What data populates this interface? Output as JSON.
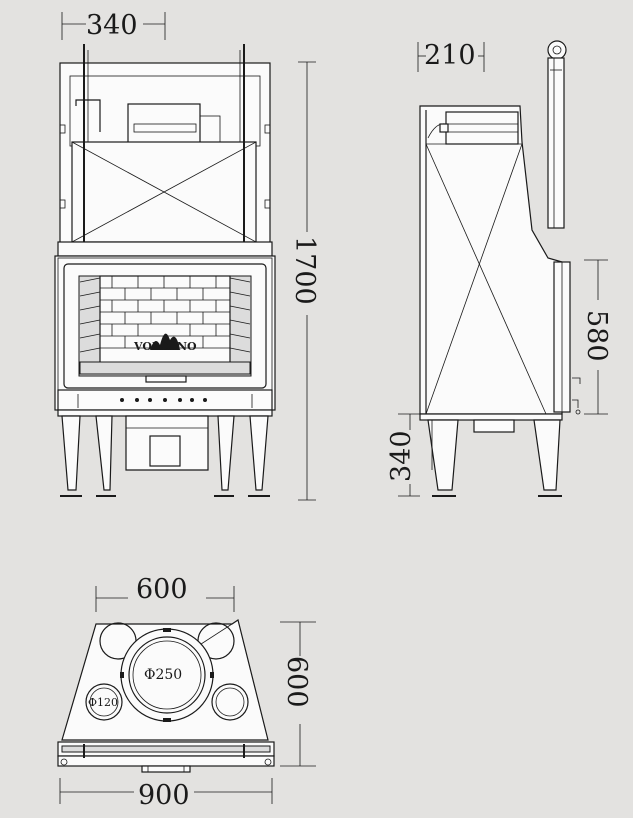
{
  "front_view": {
    "width_label": "340",
    "height_label": "1700",
    "logo_text": "VOLCANO"
  },
  "side_view": {
    "depth_label": "210",
    "door_label": "580",
    "leg_label": "340"
  },
  "top_view": {
    "inner_width_label": "600",
    "outer_width_label": "900",
    "depth_label": "600",
    "flue_large_label": "Φ250",
    "flue_small_label": "Φ120"
  },
  "colors": {
    "background": "#e3e2e0",
    "line": "#1a1a1a",
    "fill": "#fbfbfb"
  }
}
